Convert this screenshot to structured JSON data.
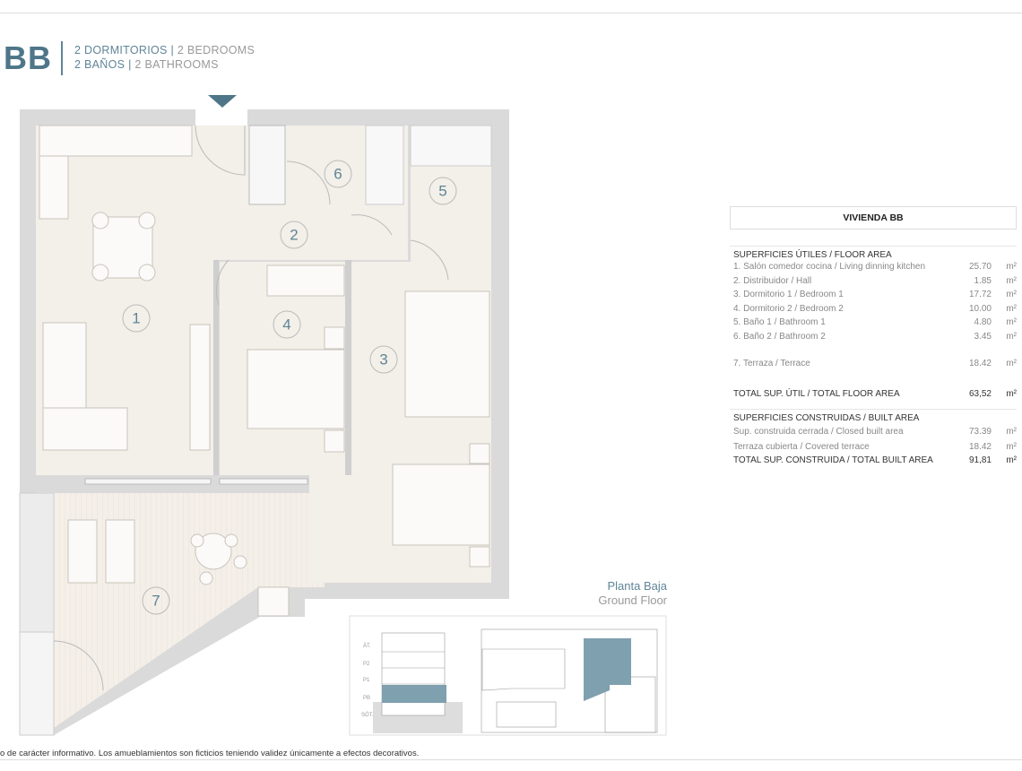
{
  "header": {
    "unit_code": "BB",
    "line1_es": "2 DORMITORIOS",
    "line1_en": "2 BEDROOMS",
    "line2_es": "2 BAÑOS",
    "line2_en": "2 BATHROOMS",
    "separator": "|"
  },
  "plan": {
    "room_numbers": [
      "1",
      "2",
      "3",
      "4",
      "5",
      "6",
      "7"
    ],
    "floor_es": "Planta Baja",
    "floor_en": "Ground Floor",
    "accent_color": "#5f8596",
    "keyplan_levels": [
      "ÁT.",
      "P2",
      "P1",
      "PB",
      "SÓT."
    ]
  },
  "table": {
    "title": "VIVIENDA BB",
    "floor_area_heading": "SUPERFICIES ÚTILES / FLOOR AREA",
    "floor_rows": [
      {
        "label": "1. Salón comedor cocina / Living dinning kitchen",
        "value": "25.70",
        "unit": "m²"
      },
      {
        "label": "2. Distribuidor / Hall",
        "value": "1.85",
        "unit": "m²"
      },
      {
        "label": "3. Dormitorio 1 / Bedroom 1",
        "value": "17.72",
        "unit": "m²"
      },
      {
        "label": "4. Dormitorio 2 / Bedroom 2",
        "value": "10.00",
        "unit": "m²"
      },
      {
        "label": "5. Baño 1 / Bathroom 1",
        "value": "4.80",
        "unit": "m²"
      },
      {
        "label": "6. Baño 2 / Bathroom 2",
        "value": "3.45",
        "unit": "m²"
      }
    ],
    "terrace_row": {
      "label": "7. Terraza / Terrace",
      "value": "18.42",
      "unit": "m²"
    },
    "total_floor": {
      "label": "TOTAL SUP. ÚTIL / TOTAL FLOOR AREA",
      "value": "63,52",
      "unit": "m²"
    },
    "built_area_heading": "SUPERFICIES CONSTRUIDAS / BUILT AREA",
    "built_rows": [
      {
        "label": "Sup. construida cerrada / Closed built area",
        "value": "73.39",
        "unit": "m²"
      },
      {
        "label": "Terraza cubierta / Covered terrace",
        "value": "18.42",
        "unit": "m²"
      }
    ],
    "total_built": {
      "label": "TOTAL SUP. CONSTRUIDA /  TOTAL BUILT AREA",
      "value": "91,81",
      "unit": "m²"
    }
  },
  "footer": {
    "disclaimer": "o de carácter informativo. Los amueblamientos son ficticios teniendo validez únicamente a efectos decorativos."
  }
}
